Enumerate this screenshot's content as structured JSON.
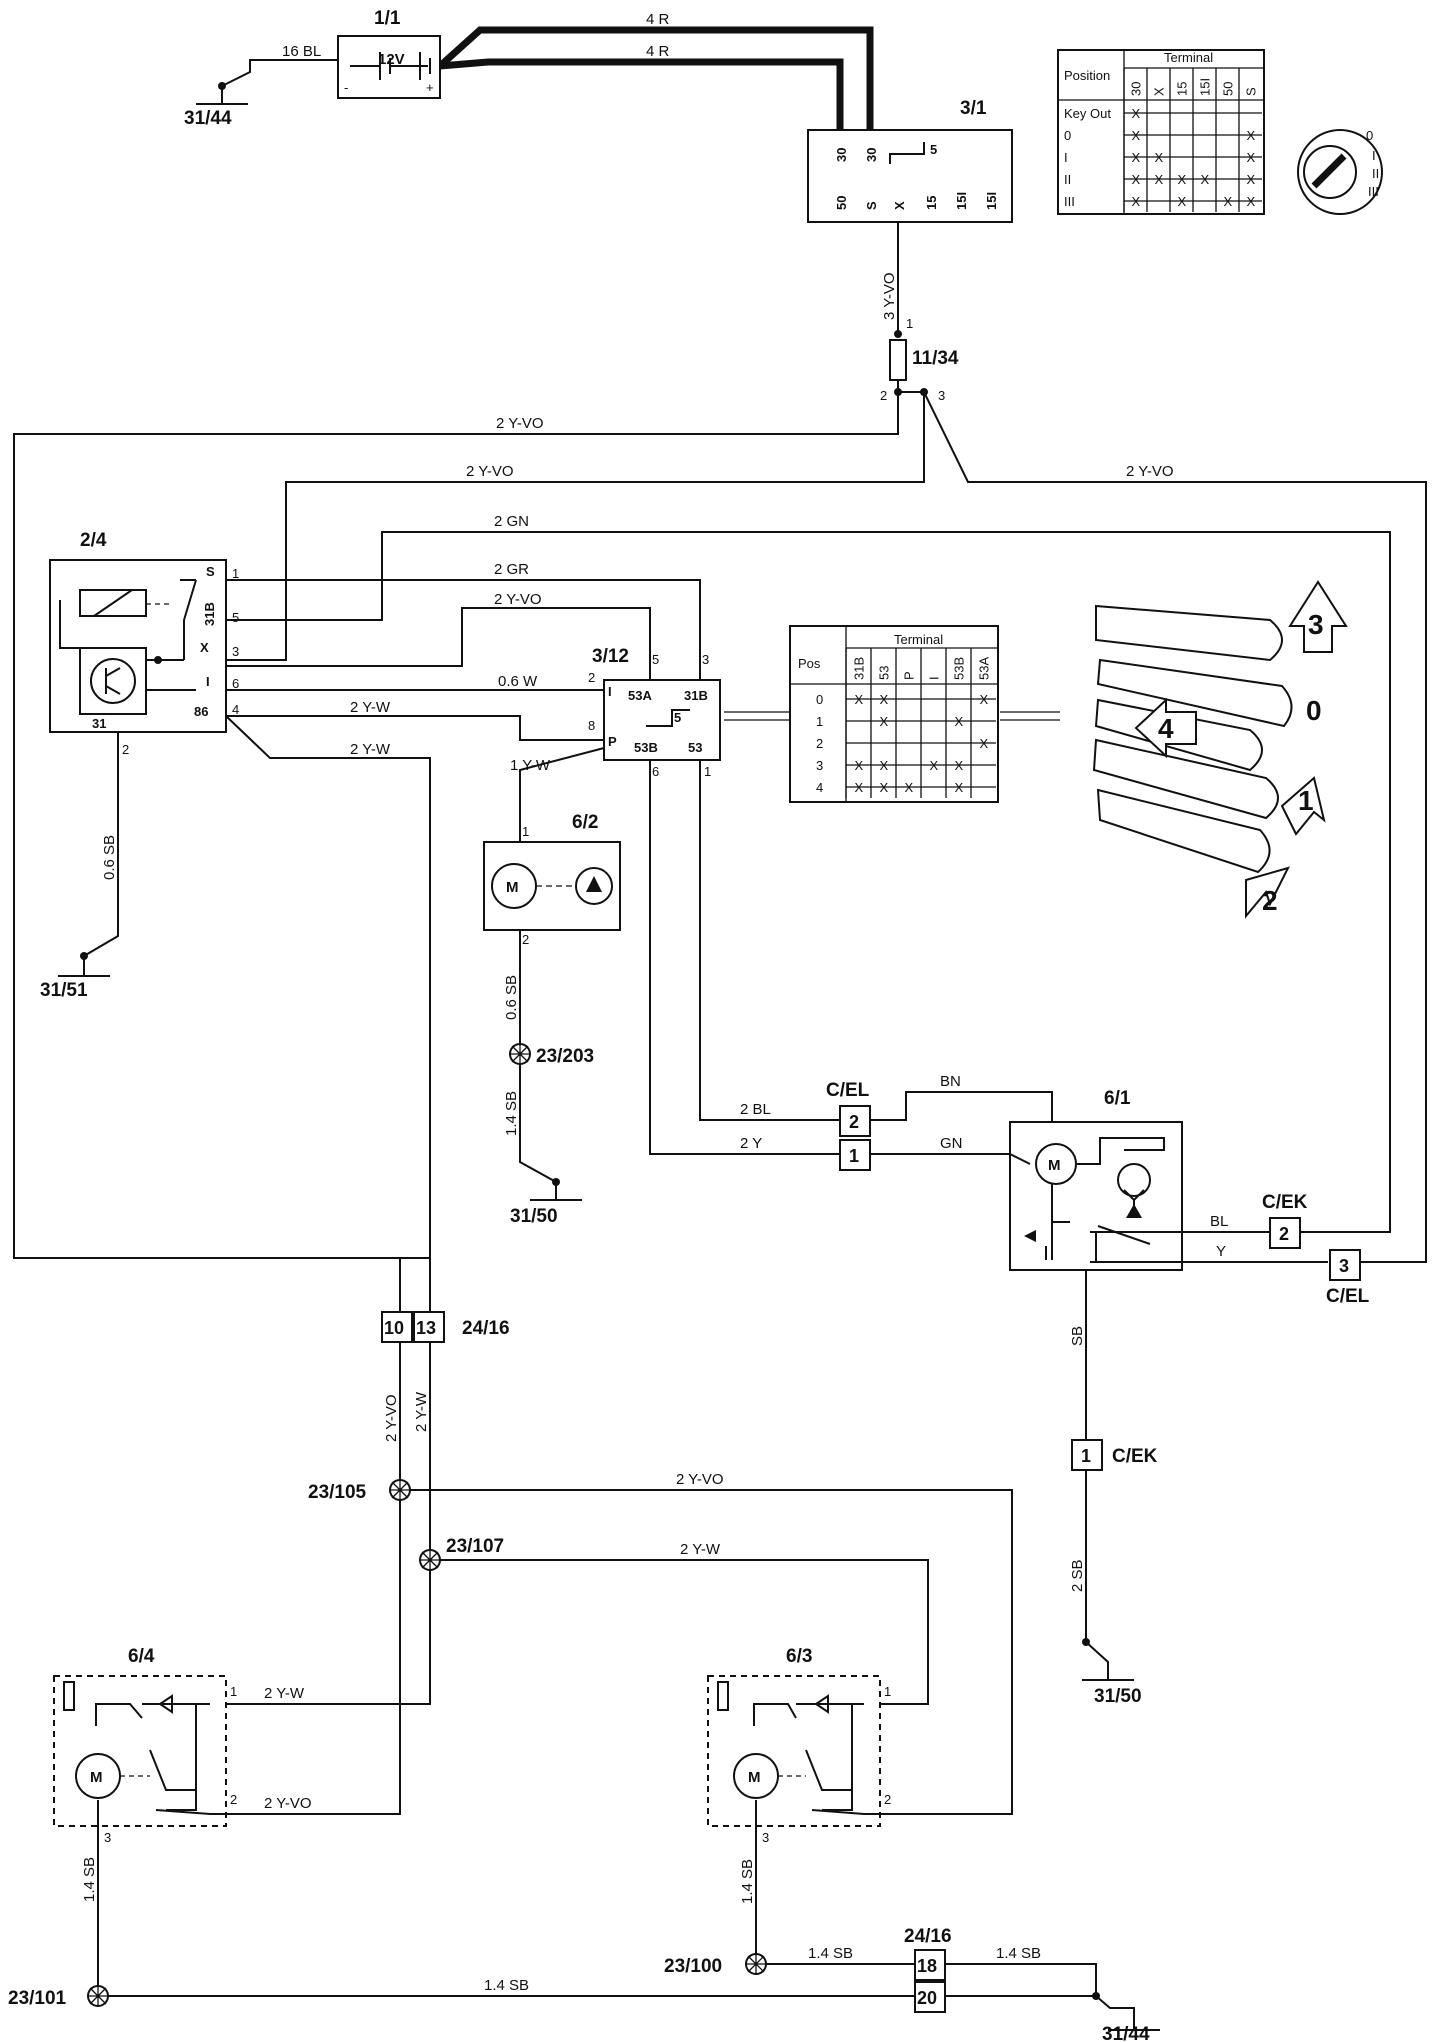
{
  "components": {
    "battery": {
      "id": "1/1",
      "voltage": "12V",
      "minus": "-",
      "plus": "+"
    },
    "ignition_switch": {
      "id": "3/1",
      "pins_top": [
        "30",
        "30"
      ],
      "pins_bottom": [
        "50",
        "S",
        "X",
        "15",
        "15I",
        "15I"
      ],
      "inner": "5"
    },
    "fuse": {
      "id": "11/34",
      "pins": [
        "1",
        "2",
        "3"
      ]
    },
    "relay": {
      "id": "2/4",
      "pins": [
        "S",
        "31B",
        "X",
        "I",
        "86",
        "31"
      ],
      "pin_nums": [
        "1",
        "5",
        "3",
        "6",
        "4",
        "2"
      ]
    },
    "wiper_switch": {
      "id": "3/12",
      "pins": [
        "53A",
        "31B",
        "53B",
        "53",
        "I",
        "P"
      ],
      "inner": "5",
      "pin_nums": [
        "5",
        "3",
        "2",
        "8",
        "6",
        "1"
      ]
    },
    "washer_motor": {
      "id": "6/2",
      "motor": "M",
      "pins": [
        "1",
        "2"
      ]
    },
    "wiper_motor": {
      "id": "6/1"
    },
    "headlamp_wiper_left": {
      "id": "6/4",
      "motor": "M",
      "pins": [
        "1",
        "2",
        "3"
      ]
    },
    "headlamp_wiper_right": {
      "id": "6/3",
      "motor": "M",
      "pins": [
        "1",
        "2",
        "3"
      ]
    }
  },
  "grounds": [
    "31/44",
    "31/51",
    "31/50",
    "31/50",
    "31/44"
  ],
  "splices": [
    "23/203",
    "23/105",
    "23/107",
    "23/101",
    "23/100"
  ],
  "connectors": {
    "cel_top": {
      "label": "C/EL",
      "pins": [
        "2",
        "1"
      ]
    },
    "cek_right": {
      "label": "C/EK",
      "pin": "2"
    },
    "cel_right": {
      "label": "C/EL",
      "pin": "3"
    },
    "cek_bottom": {
      "label": "C/EK",
      "pin": "1"
    },
    "j24_16_top": {
      "label": "24/16",
      "pins": [
        "10",
        "13"
      ]
    },
    "j24_16_bottom": {
      "label": "24/16",
      "pins": [
        "18",
        "20"
      ]
    }
  },
  "wires": {
    "bl16": "16 BL",
    "r4a": "4 R",
    "r4b": "4 R",
    "yvo3": "3 Y-VO",
    "yvo2a": "2 Y-VO",
    "yvo2b": "2 Y-VO",
    "yvo2c": "2  Y-VO",
    "gn2": "2 GN",
    "gr2": "2 GR",
    "yvo2d": "2 Y-VO",
    "w06": "0.6 W",
    "yw2a": "2  Y-W",
    "yw2b": "2  Y-W",
    "yw1": "1 Y-W",
    "sb06a": "0.6 SB",
    "sb06b": "0.6 SB",
    "sb14a": "1.4 SB",
    "bl2": "2 BL",
    "y2": "2 Y",
    "bn": "BN",
    "gn": "GN",
    "bl": "BL",
    "y": "Y",
    "sb": "SB",
    "sb2": "2 SB",
    "yvo2e": "2 Y-VO",
    "yw2c": "2 Y-W",
    "yvo2f": "2  Y-VO",
    "yw2d": "2  Y-W",
    "yw2e": "2 Y-W",
    "yvo2g": "2 Y-VO",
    "sb14b": "1.4 SB",
    "sb14c": "1.4 SB",
    "sb14d": "1.4 SB",
    "sb14e": "1.4 SB",
    "sb14f": "1.4 SB"
  },
  "ignition_table": {
    "position_header": "Position",
    "terminal_header": "Terminal",
    "columns": [
      "30",
      "X",
      "15",
      "15I",
      "50",
      "S"
    ],
    "rows": [
      {
        "label": "Key Out",
        "marks": [
          "X",
          "",
          "",
          "",
          "",
          ""
        ]
      },
      {
        "label": "0",
        "marks": [
          "X",
          "",
          "",
          "",
          "",
          "X"
        ]
      },
      {
        "label": "I",
        "marks": [
          "X",
          "X",
          "",
          "",
          "",
          "X"
        ]
      },
      {
        "label": "II",
        "marks": [
          "X",
          "X",
          "X",
          "X",
          "",
          "X"
        ]
      },
      {
        "label": "III",
        "marks": [
          "X",
          "",
          "X",
          "",
          "X",
          "X"
        ]
      }
    ],
    "dial_marks": [
      "0",
      "I",
      "II",
      "III"
    ]
  },
  "wiper_table": {
    "position_header": "Pos",
    "terminal_header": "Terminal",
    "columns": [
      "31B",
      "53",
      "P",
      "I",
      "53B",
      "53A"
    ],
    "rows": [
      {
        "label": "0",
        "marks": [
          "X",
          "X",
          "",
          "",
          "",
          "X"
        ]
      },
      {
        "label": "1",
        "marks": [
          "",
          "X",
          "",
          "",
          "X",
          ""
        ]
      },
      {
        "label": "2",
        "marks": [
          "",
          "",
          "",
          "",
          "",
          "X"
        ]
      },
      {
        "label": "3",
        "marks": [
          "X",
          "X",
          "",
          "X",
          "X",
          ""
        ]
      },
      {
        "label": "4",
        "marks": [
          "X",
          "X",
          "X",
          "",
          "X",
          ""
        ]
      }
    ]
  },
  "stalk_positions": [
    "3",
    "0",
    "4",
    "1",
    "2"
  ]
}
